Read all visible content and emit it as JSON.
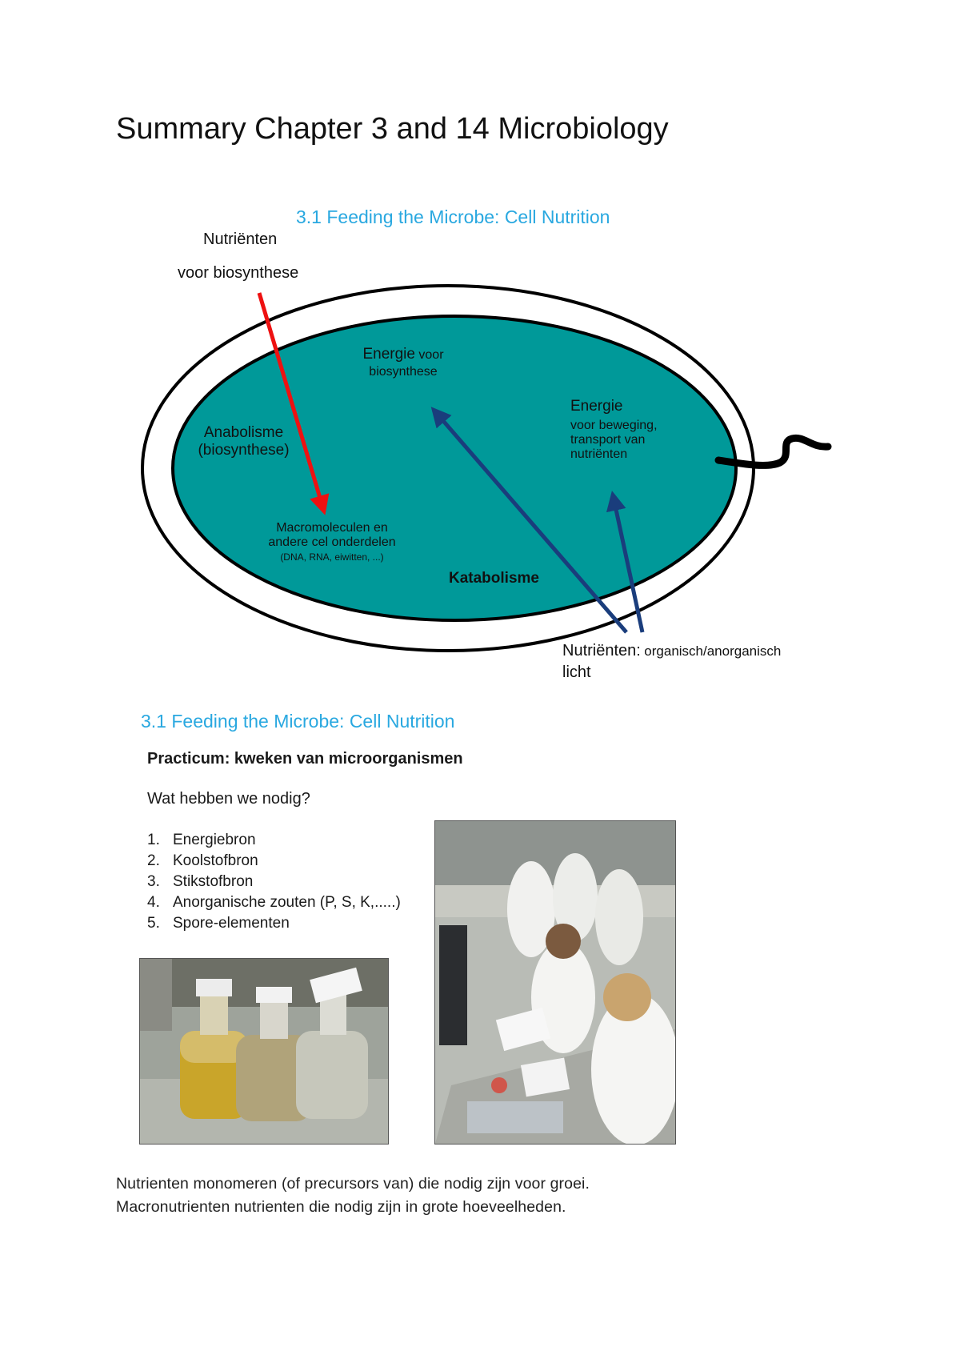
{
  "document": {
    "title": "Summary Chapter 3 and 14 Microbiology"
  },
  "slide1": {
    "heading": "3.1 Feeding the Microbe: Cell Nutrition",
    "nutrients_in_title": "Nutriënten",
    "nutrients_in_sub": "voor biosynthese",
    "energy_biosynth_big": "Energie",
    "energy_biosynth_small": "voor",
    "energy_biosynth_line2": "biosynthese",
    "energy_move_title": "Energie",
    "energy_move_line1": "voor beweging,",
    "energy_move_line2": "transport van",
    "energy_move_line3": "nutriënten",
    "anabolism_line1": "Anabolisme",
    "anabolism_line2": "(biosynthese)",
    "macro_line1": "Macromoleculen en",
    "macro_line2": "andere cel onderdelen",
    "macro_line3": "(DNA, RNA, eiwitten, ...)",
    "catabolism": "Katabolisme",
    "nutrients_out_title": "Nutriënten:",
    "nutrients_out_detail": "organisch/anorganisch",
    "nutrients_out_line2": "licht",
    "colors": {
      "cell_fill": "#009999",
      "membrane": "#000000",
      "anabolic_arrow": "#ee1111",
      "catabolic_arrow": "#1a3d7c",
      "heading": "#29a8e0"
    }
  },
  "slide2": {
    "heading": "3.1 Feeding the Microbe: Cell Nutrition",
    "practicum_title": "Practicum: kweken van microorganismen",
    "question": "Wat hebben we nodig?",
    "items": [
      {
        "num": "1.",
        "label": "Energiebron"
      },
      {
        "num": "2.",
        "label": "Koolstofbron"
      },
      {
        "num": "3.",
        "label": "Stikstofbron"
      },
      {
        "num": "4.",
        "label": "Anorganische zouten (P, S, K,.....)"
      },
      {
        "num": "5.",
        "label": "Spore-elementen"
      }
    ],
    "photos": [
      {
        "name": "culture-bottles-photo"
      },
      {
        "name": "lab-students-photo"
      }
    ]
  },
  "body": {
    "line1": "Nutrienten monomeren (of precursors van) die nodig zijn voor groei.",
    "line2": "Macronutrienten nutrienten die nodig zijn in grote hoeveelheden."
  }
}
